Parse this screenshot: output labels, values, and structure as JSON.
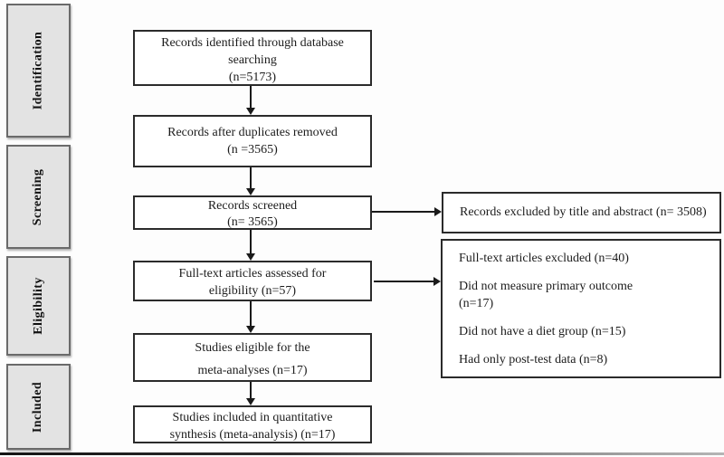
{
  "colors": {
    "sidebar_fill": "#e3e3e3",
    "sidebar_border": "#6a6a6a",
    "box_border": "#2b2b2b",
    "arrow": "#1a1a1a",
    "text": "#1c1c1c"
  },
  "sidebar": {
    "stages": [
      {
        "label": "Identification"
      },
      {
        "label": "Screening"
      },
      {
        "label": "Eligibility"
      },
      {
        "label": "Included"
      }
    ]
  },
  "flow": {
    "boxes": [
      {
        "lines": [
          "Records identified through database",
          "searching",
          "(n=5173)"
        ]
      },
      {
        "lines": [
          "Records after duplicates removed",
          "(n =3565)"
        ]
      },
      {
        "lines": [
          "Records screened",
          "(n= 3565)"
        ]
      },
      {
        "lines": [
          "Full-text articles assessed for",
          "eligibility (n=57)"
        ]
      },
      {
        "lines": [
          "Studies eligible for the",
          "meta-analyses (n=17)"
        ]
      },
      {
        "lines": [
          "Studies included in quantitative",
          "synthesis (meta-analysis) (n=17)"
        ]
      }
    ]
  },
  "exclusions": {
    "title_abstract": {
      "text": "Records excluded by title and abstract (n= 3508)"
    },
    "full_text": {
      "lines": [
        "Full-text articles excluded (n=40)",
        "Did not measure primary outcome (n=17)",
        "Did not have a diet group (n=15)",
        "Had only post-test data (n=8)"
      ]
    }
  }
}
